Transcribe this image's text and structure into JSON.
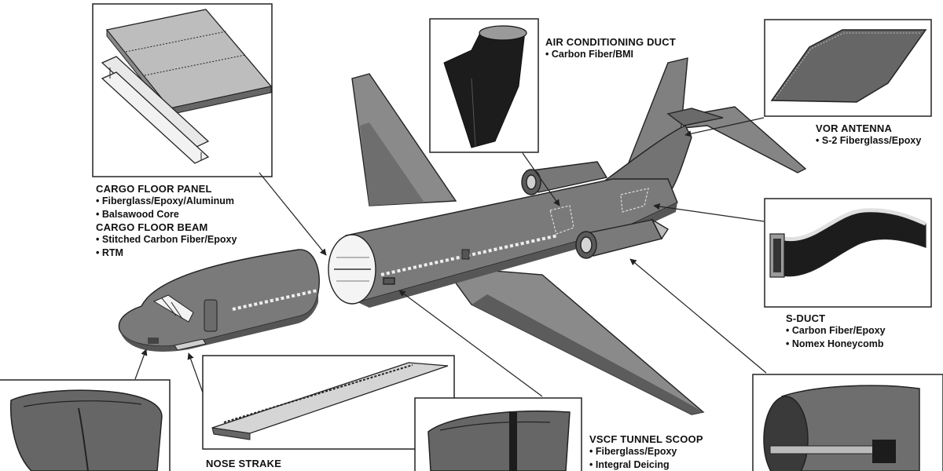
{
  "colors": {
    "fuselage": "#7a7a7a",
    "shadow": "#4f4f4f",
    "light_part": "#cfcfcf",
    "dark_part": "#1c1c1c",
    "outline": "#222222",
    "leader": "#222222"
  },
  "callouts": {
    "cargo_floor_panel": {
      "heading": "CARGO FLOOR PANEL",
      "items": [
        "Fiberglass/Epoxy/Aluminum",
        "Balsawood Core"
      ]
    },
    "cargo_floor_beam": {
      "heading": "CARGO FLOOR BEAM",
      "items": [
        "Stitched Carbon Fiber/Epoxy",
        "RTM"
      ]
    },
    "air_conditioning_duct": {
      "heading": "AIR CONDITIONING DUCT",
      "items": [
        "Carbon Fiber/BMI"
      ]
    },
    "vor_antenna": {
      "heading": "VOR ANTENNA",
      "items": [
        "S-2 Fiberglass/Epoxy"
      ]
    },
    "s_duct": {
      "heading": "S-DUCT",
      "items": [
        "Carbon Fiber/Epoxy",
        "Nomex Honeycomb"
      ]
    },
    "vscf_tunnel_scoop": {
      "heading": "VSCF TUNNEL SCOOP",
      "items": [
        "Fiberglass/Epoxy",
        "Integral Deicing"
      ]
    },
    "nose_strake": {
      "heading": "NOSE STRAKE",
      "items": []
    }
  }
}
